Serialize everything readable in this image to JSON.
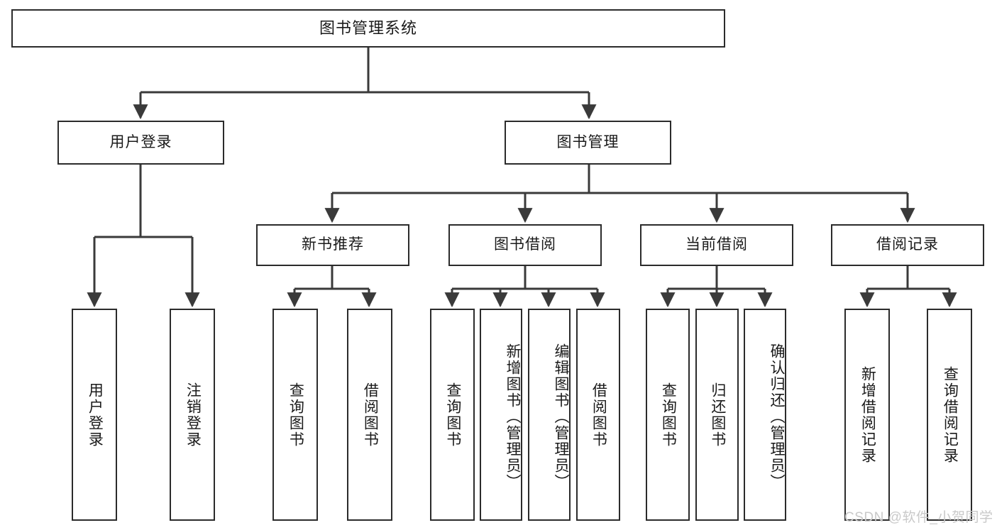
{
  "diagram": {
    "title": "图书管理系统",
    "type": "hierarchy-tree",
    "colors": {
      "box_border": "#2b2b2b",
      "box_fill": "#ffffff",
      "connector": "#3a3a3a",
      "text": "#1a1a1a",
      "watermark": "#c9c9c9",
      "background": "#ffffff"
    },
    "root": {
      "label": "图书管理系统"
    },
    "level2": [
      {
        "label": "用户登录"
      },
      {
        "label": "图书管理"
      }
    ],
    "level3": [
      {
        "label": "新书推荐"
      },
      {
        "label": "图书借阅"
      },
      {
        "label": "当前借阅"
      },
      {
        "label": "借阅记录"
      }
    ],
    "leaves": {
      "user_login": [
        {
          "label": "用户登录"
        },
        {
          "label": "注销登录"
        }
      ],
      "new_book_recommend": [
        {
          "label": "查询图书"
        },
        {
          "label": "借阅图书"
        }
      ],
      "book_borrow": [
        {
          "label": "查询图书"
        },
        {
          "label": "新增图书（管理员）"
        },
        {
          "label": "编辑图书（管理员）"
        },
        {
          "label": "借阅图书"
        }
      ],
      "current_borrow": [
        {
          "label": "查询图书"
        },
        {
          "label": "归还图书"
        },
        {
          "label": "确认归还（管理员）"
        }
      ],
      "borrow_record": [
        {
          "label": "新增借阅记录"
        },
        {
          "label": "查询借阅记录"
        }
      ]
    }
  },
  "watermark": {
    "text": "CSDN @软件_小贺同学"
  }
}
